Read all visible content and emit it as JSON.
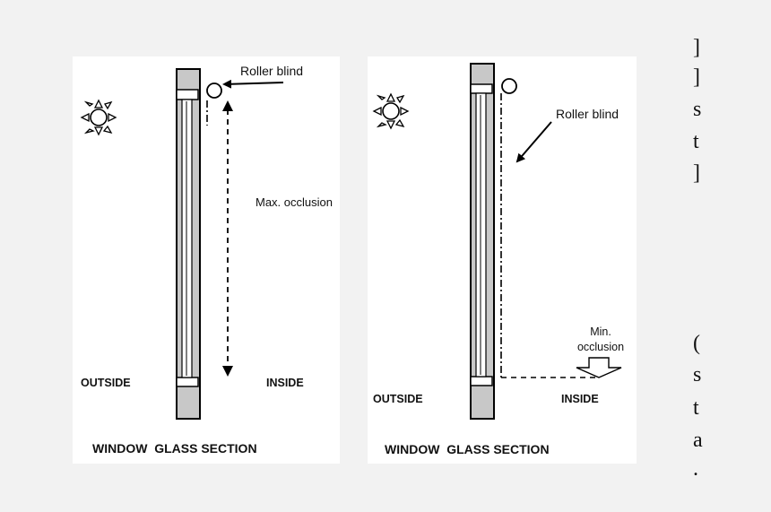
{
  "panels": {
    "left": {
      "roller_blind_label": "Roller blind",
      "max_occlusion_label": "Max. occlusion",
      "outside_label": "OUTSIDE",
      "inside_label": "INSIDE",
      "section_label": "WINDOW  GLASS SECTION"
    },
    "right": {
      "roller_blind_label": "Roller blind",
      "min_occlusion_line1": "Min.",
      "min_occlusion_line2": "occlusion",
      "outside_label": "OUTSIDE",
      "inside_label": "INSIDE",
      "section_label": "WINDOW  GLASS SECTION"
    }
  },
  "edge_text": [
    "]",
    "]",
    "s",
    "t",
    "]",
    "(",
    "s",
    "t",
    "a",
    "."
  ],
  "icons": {
    "sun": "sun-icon"
  },
  "colors": {
    "background": "#f2f2f2",
    "panel": "#ffffff",
    "frame_fill": "#c8c8c8",
    "stroke": "#000000"
  }
}
